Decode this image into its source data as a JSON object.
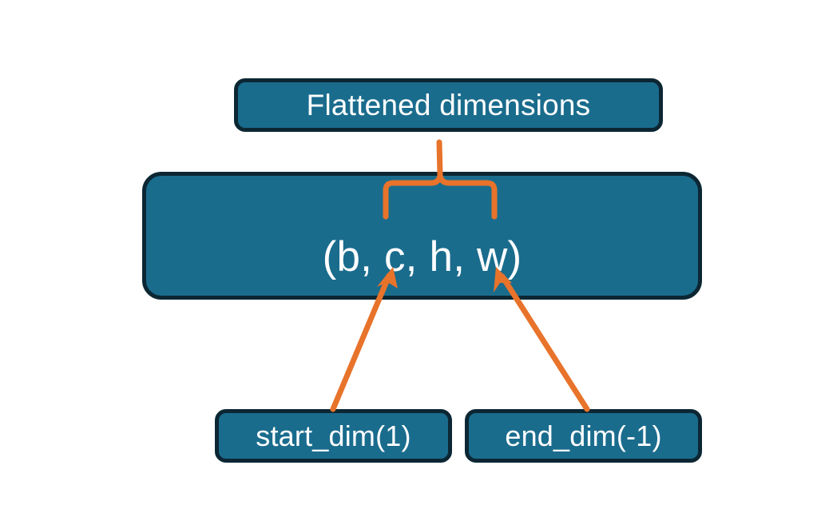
{
  "diagram": {
    "title_text": "Flattened dimensions",
    "shape_tuple": "(b, c, h, w)",
    "start_dim_label": "start_dim(1)",
    "end_dim_label": "end_dim(-1)",
    "colors": {
      "box_fill": "#1a6c8d",
      "box_border": "#0c2733",
      "box_text": "#ffffff",
      "connector_orange": "#e8732b",
      "background": "#ffffff"
    },
    "connectors": {
      "brace_name": "curly-brace-up",
      "brace_covers": "c, h, w",
      "brace_points_to": "Flattened dimensions",
      "arrow_left_from": "start_dim(1)",
      "arrow_left_to": "c",
      "arrow_right_from": "end_dim(-1)",
      "arrow_right_to": "w"
    }
  }
}
